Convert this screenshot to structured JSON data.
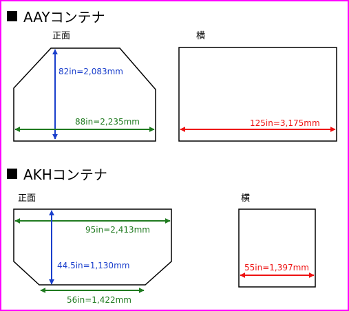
{
  "sections": [
    {
      "title": "AAYコンテナ",
      "front_label": "正面",
      "side_label": "横",
      "height_dim": "82in=2,083mm",
      "width_dim": "88in=2,235mm",
      "length_dim": "125in=3,175mm"
    },
    {
      "title": "AKHコンテナ",
      "front_label": "正面",
      "side_label": "横",
      "top_width_dim": "95in=2,413mm",
      "height_dim": "44.5in=1,130mm",
      "bottom_width_dim": "56in=1,422mm",
      "length_dim": "55in=1,397mm"
    }
  ],
  "colors": {
    "frame": "#ff00ff",
    "height": "#1a3fcc",
    "width": "#1f7a1f",
    "length": "#ee1111"
  }
}
